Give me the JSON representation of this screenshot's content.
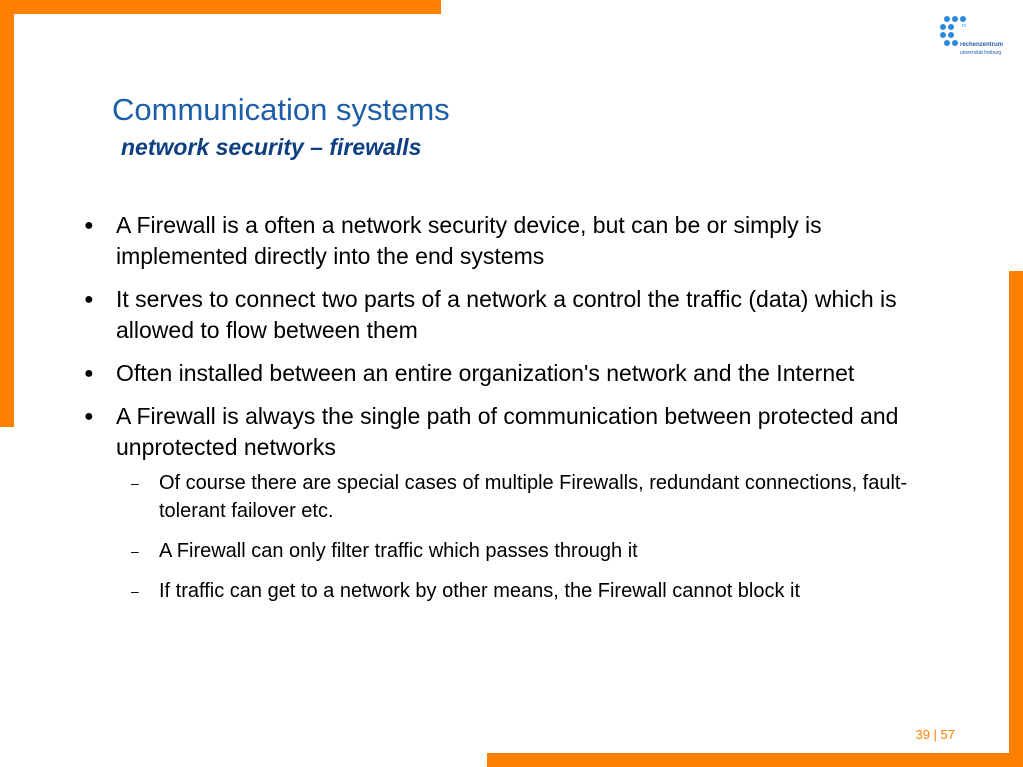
{
  "header": {
    "title": "Communication systems",
    "subtitle": "network security – firewalls"
  },
  "logo": {
    "icon": "rz-dot-grid-logo",
    "mark": "rz",
    "name": "rechenzentrum",
    "subname": "universität freiburg"
  },
  "bullets": [
    {
      "glyph": "●",
      "text": "A Firewall is a often a network security device, but can be or simply is implemented directly into the end systems"
    },
    {
      "glyph": "●",
      "text": "It serves to connect two parts of a network a control the traffic (data) which is allowed to flow between them"
    },
    {
      "glyph": "●",
      "text": "Often installed between an entire organization's network and the Internet"
    },
    {
      "glyph": "●",
      "text": "A Firewall is always the single path of communication between protected and unprotected networks"
    }
  ],
  "sub_bullets": [
    {
      "glyph": "–",
      "text": "Of course there are special cases of multiple Firewalls, redundant connections, fault-tolerant failover etc."
    },
    {
      "glyph": "–",
      "text": "A Firewall can only filter traffic which passes through it"
    },
    {
      "glyph": "–",
      "text": "If traffic can get to a network by other means, the Firewall cannot block it"
    }
  ],
  "footer": {
    "page_number": "39 | 57"
  },
  "colors": {
    "accent_orange": "#ff8000",
    "title_blue": "#1d5ea8",
    "subtitle_blue": "#0e3f82",
    "logo_blue": "#2a8ad8"
  }
}
